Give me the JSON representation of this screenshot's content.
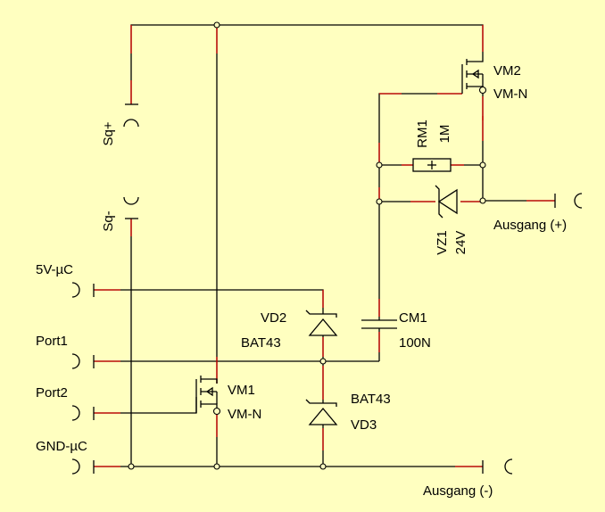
{
  "colors": {
    "background": "#ffffc0",
    "wire": "#000000",
    "pin_stub": "#d00000"
  },
  "connectors": {
    "sq_plus": "Sq+",
    "sq_minus": "Sq-",
    "v5": "5V-µC",
    "port1": "Port1",
    "port2": "Port2",
    "gnd": "GND-µC",
    "out_plus": "Ausgang (+)",
    "out_minus": "Ausgang (-)"
  },
  "components": {
    "vm2": {
      "name": "VM2",
      "value": "VM-N"
    },
    "vm1": {
      "name": "VM1",
      "value": "VM-N"
    },
    "rm1": {
      "name": "RM1",
      "value": "1M"
    },
    "vz1": {
      "name": "VZ1",
      "value": "24V"
    },
    "vd2": {
      "name": "VD2",
      "value": "BAT43"
    },
    "vd3": {
      "name": "VD3",
      "value": "BAT43"
    },
    "cm1": {
      "name": "CM1",
      "value": "100N"
    }
  }
}
